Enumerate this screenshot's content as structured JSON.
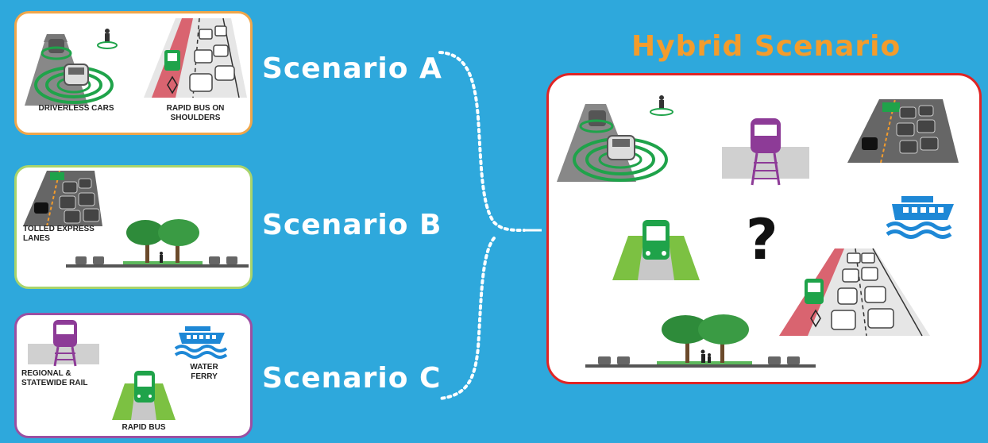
{
  "scenarios": {
    "a": {
      "label": "Scenario A",
      "items": [
        "DRIVERLESS CARS",
        "RAPID BUS ON SHOULDERS"
      ]
    },
    "b": {
      "label": "Scenario B",
      "items": [
        "TOLLED EXPRESS LANES"
      ]
    },
    "c": {
      "label": "Scenario C",
      "items": [
        "REGIONAL & STATEWIDE RAIL",
        "RAPID BUS",
        "WATER FERRY"
      ]
    }
  },
  "hybrid": {
    "title": "Hybrid Scenario",
    "question": "?"
  },
  "colors": {
    "background": "#2ea8dc",
    "scenario_a_border": "#f0a64a",
    "scenario_b_border": "#a9d46b",
    "scenario_c_border": "#9b4fa2",
    "hybrid_border": "#e02424",
    "hybrid_title": "#f39c2c"
  }
}
